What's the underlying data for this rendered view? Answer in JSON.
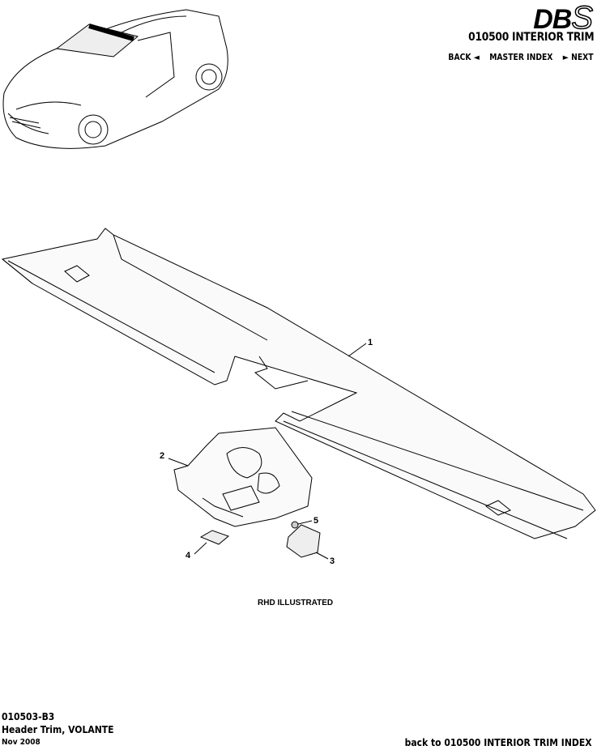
{
  "header": {
    "logo_text": "DBS",
    "section_title": "010500 INTERIOR TRIM",
    "nav": {
      "back_label": "BACK ◄",
      "master_index_label": "MASTER INDEX",
      "next_label": "► NEXT"
    }
  },
  "diagram": {
    "callouts": [
      "1",
      "2",
      "3",
      "4",
      "5"
    ],
    "note": "RHD ILLUSTRATED"
  },
  "footer": {
    "part_code": "010503-B3",
    "part_name": "Header Trim, VOLANTE",
    "date": "Nov 2008",
    "back_link": "back to 010500 INTERIOR TRIM INDEX"
  }
}
